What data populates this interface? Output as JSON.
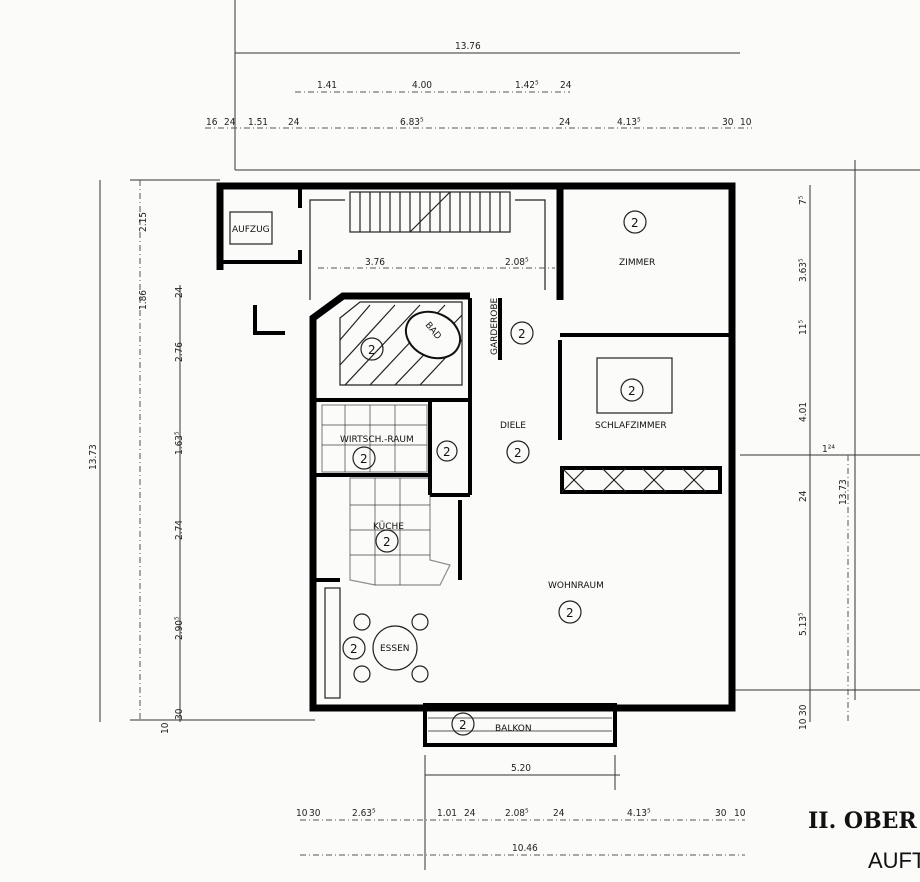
{
  "plan": {
    "title": "II. OBER",
    "subtitle": "AUFT",
    "top_dims": {
      "overall": "13.76",
      "row1": [
        "1.41",
        "4.00",
        "1.42⁵",
        "24"
      ],
      "row2": [
        "16",
        "24",
        "1.51",
        "24",
        "6.83⁵",
        "24",
        "4.13⁵",
        "30",
        "10"
      ]
    },
    "left_dims": {
      "overall": "13.73",
      "outer": [
        "2.15",
        "1.86"
      ],
      "inner": [
        "24",
        "2.76",
        "1.63⁵",
        "2.74",
        "2.90⁵",
        "30",
        "10"
      ]
    },
    "right_dims": {
      "overall": "13.73",
      "inner": [
        "7⁵",
        "3.63⁵",
        "11⁵",
        "4.01",
        "24",
        "5.13⁵",
        "10",
        "30"
      ],
      "note": "1²⁴"
    },
    "bottom_dims": {
      "balcony": "5.20",
      "row": [
        "10",
        "30",
        "2.63⁵",
        "1.01",
        "24",
        "2.08⁵",
        "24",
        "4.13⁵",
        "30",
        "10"
      ],
      "overall": "10.46"
    },
    "interior_dims": [
      "3.76",
      "2.08⁵"
    ],
    "rooms": {
      "aufzug": "AUFZUG",
      "bad": "BAD",
      "garderobe": "GARDEROBE",
      "zimmer": "ZIMMER",
      "schlafzimmer": "SCHLAFZIMMER",
      "diele": "DIELE",
      "wirtsch": "WIRTSCH.-RAUM",
      "kueche": "KÜCHE",
      "wohnraum": "WOHNRAUM",
      "essen": "ESSEN",
      "balkon": "BALKON"
    },
    "room_marker": "2"
  }
}
